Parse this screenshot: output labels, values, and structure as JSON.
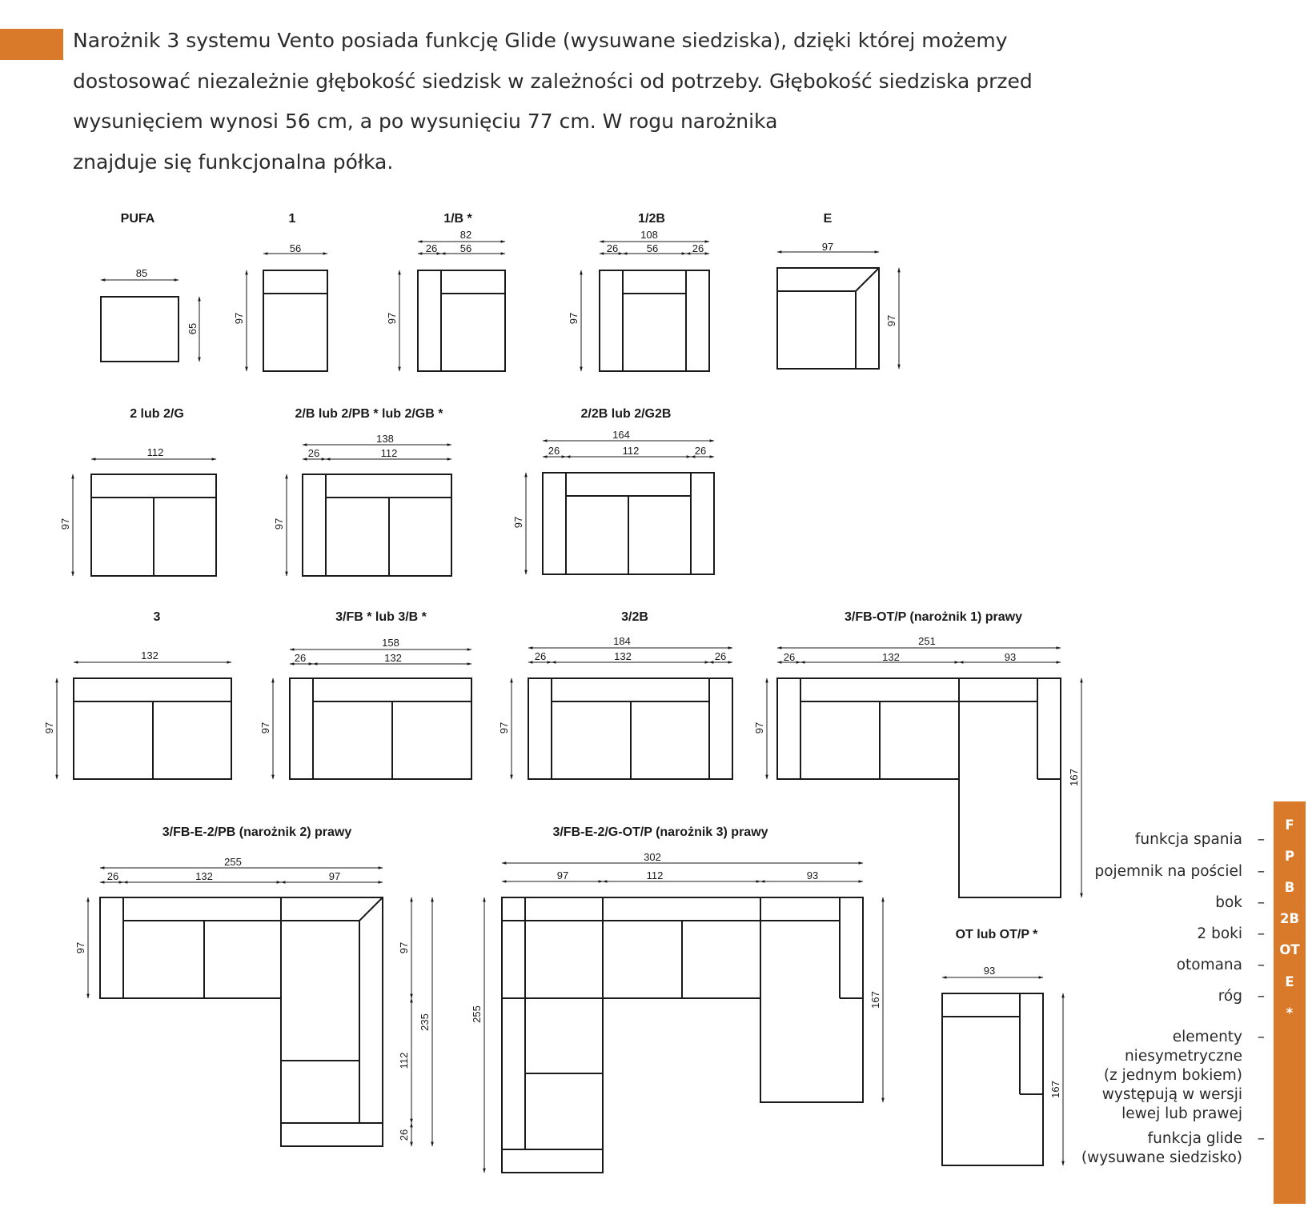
{
  "intro": {
    "lines": [
      "Narożnik 3 systemu Vento posiada funkcję Glide (wysuwane siedziska), dzięki której możemy",
      "dostosować niezależnie głębokość siedzisk w zależności od potrzeby. Głębokość siedziska przed",
      "wysunięciem wynosi 56 cm, a po wysunięciu 77 cm. W rogu narożnika",
      "znajduje się funkcjonalna półka."
    ]
  },
  "colors": {
    "accent": "#d97a2b",
    "line": "#1a1a1a",
    "background": "#ffffff",
    "tab_text": "#ffffff"
  },
  "modules": [
    {
      "id": "pufa",
      "title": "PUFA",
      "dims": [
        "85",
        "65"
      ]
    },
    {
      "id": "m1",
      "title": "1",
      "dims": [
        "56",
        "97"
      ]
    },
    {
      "id": "m1b",
      "title": "1/B *",
      "dims": [
        "82",
        "26",
        "56",
        "97"
      ]
    },
    {
      "id": "m12b",
      "title": "1/2B",
      "dims": [
        "108",
        "26",
        "56",
        "26",
        "97"
      ]
    },
    {
      "id": "me",
      "title": "E",
      "dims": [
        "97",
        "97"
      ]
    },
    {
      "id": "m2",
      "title": "2 lub 2/G",
      "dims": [
        "112",
        "97"
      ]
    },
    {
      "id": "m2b",
      "title": "2/B lub 2/PB * lub 2/GB *",
      "dims": [
        "138",
        "26",
        "112",
        "97"
      ]
    },
    {
      "id": "m22b",
      "title": "2/2B lub 2/G2B",
      "dims": [
        "164",
        "26",
        "112",
        "26",
        "97"
      ]
    },
    {
      "id": "m3",
      "title": "3",
      "dims": [
        "132",
        "97"
      ]
    },
    {
      "id": "m3fb",
      "title": "3/FB * lub 3/B *",
      "dims": [
        "158",
        "26",
        "132",
        "97"
      ]
    },
    {
      "id": "m32b",
      "title": "3/2B",
      "dims": [
        "184",
        "26",
        "132",
        "26",
        "97"
      ]
    },
    {
      "id": "n1",
      "title": "3/FB-OT/P (narożnik 1) prawy",
      "dims": [
        "251",
        "26",
        "132",
        "93",
        "97",
        "167"
      ]
    },
    {
      "id": "n2",
      "title": "3/FB-E-2/PB (narożnik 2) prawy",
      "dims": [
        "255",
        "26",
        "132",
        "97",
        "97",
        "97",
        "235",
        "112",
        "26"
      ]
    },
    {
      "id": "n3",
      "title": "3/FB-E-2/G-OT/P (narożnik 3) prawy",
      "dims": [
        "302",
        "97",
        "112",
        "93",
        "255",
        "167"
      ]
    },
    {
      "id": "ot",
      "title": "OT lub OT/P *",
      "dims": [
        "93",
        "167"
      ]
    }
  ],
  "legend": {
    "dash": "–",
    "items": [
      {
        "label": [
          "funkcja spania"
        ],
        "code": "F"
      },
      {
        "label": [
          "pojemnik na pościel"
        ],
        "code": "P"
      },
      {
        "label": [
          "bok"
        ],
        "code": "B"
      },
      {
        "label": [
          "2 boki"
        ],
        "code": "2B"
      },
      {
        "label": [
          "otomana"
        ],
        "code": "OT"
      },
      {
        "label": [
          "róg"
        ],
        "code": "E"
      },
      {
        "label": [
          "elementy",
          "niesymetryczne",
          "(z jednym bokiem)",
          "występują w wersji",
          "lewej lub prawej"
        ],
        "code": "*"
      },
      {
        "label": [
          "funkcja glide",
          "(wysuwane siedzisko)"
        ],
        "code": ""
      }
    ]
  }
}
